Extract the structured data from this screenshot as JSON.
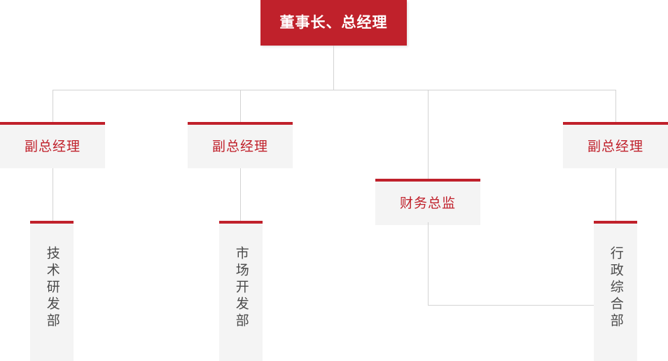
{
  "chart": {
    "type": "org-chart",
    "title": "",
    "colors": {
      "accent_red": "#c0212b",
      "box_background": "#f4f4f4",
      "line": "#d3d3d3",
      "dept_text": "#4a4a4a",
      "root_text": "#ffffff"
    },
    "root": {
      "label": "董事长、总经理"
    },
    "managers": [
      {
        "label": "副总经理"
      },
      {
        "label": "副总经理"
      },
      {
        "label": "财务总监"
      },
      {
        "label": "副总经理"
      }
    ],
    "departments": [
      {
        "label": "技术研发部"
      },
      {
        "label": "市场开发部"
      },
      {
        "label": "行政综合部"
      }
    ]
  }
}
